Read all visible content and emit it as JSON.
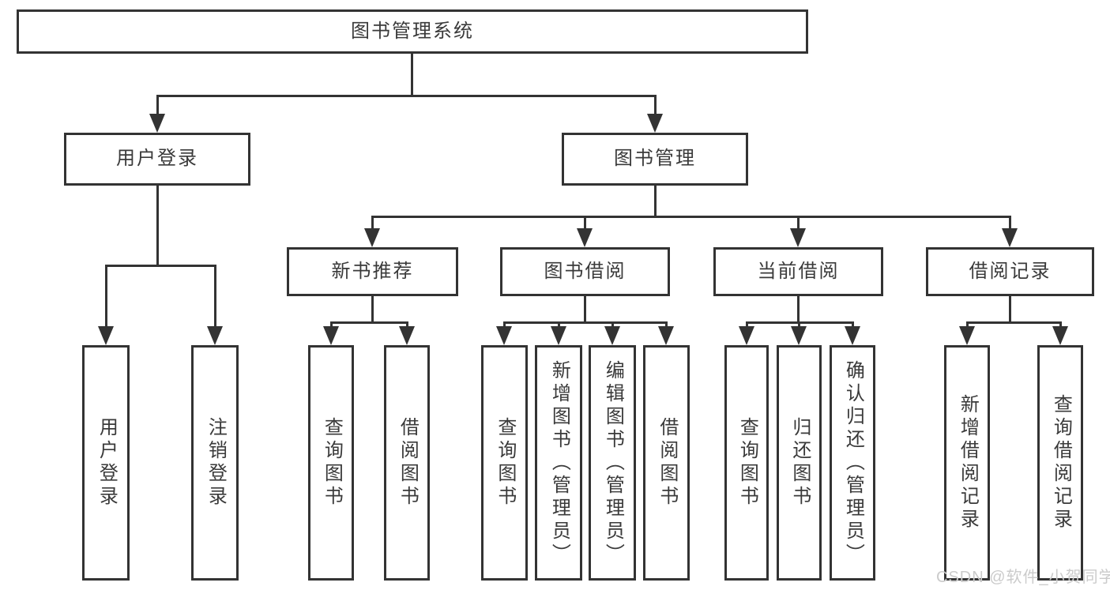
{
  "diagram": {
    "title": "图书管理系统",
    "branches": [
      {
        "label": "用户登录",
        "children": [
          {
            "label": "用户登录"
          },
          {
            "label": "注销登录"
          }
        ]
      },
      {
        "label": "图书管理",
        "children": [
          {
            "label": "新书推荐",
            "children": [
              {
                "label": "查询图书"
              },
              {
                "label": "借阅图书"
              }
            ]
          },
          {
            "label": "图书借阅",
            "children": [
              {
                "label": "查询图书"
              },
              {
                "label": "新增图书（管理员）"
              },
              {
                "label": "编辑图书（管理员）"
              },
              {
                "label": "借阅图书"
              }
            ]
          },
          {
            "label": "当前借阅",
            "children": [
              {
                "label": "查询图书"
              },
              {
                "label": "归还图书"
              },
              {
                "label": "确认归还（管理员）"
              }
            ]
          },
          {
            "label": "借阅记录",
            "children": [
              {
                "label": "新增借阅记录"
              },
              {
                "label": "查询借阅记录"
              }
            ]
          }
        ]
      }
    ]
  },
  "watermark": {
    "text": "CSDN @软件_小贺同学"
  },
  "colors": {
    "line": "#333333",
    "text": "#3a3a3a",
    "watermark": "#cbcbcb",
    "background": "#ffffff"
  }
}
